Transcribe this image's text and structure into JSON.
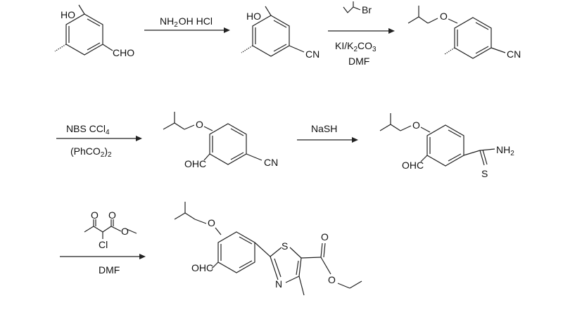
{
  "scheme": {
    "row1": {
      "sm": {
        "ho": "HO",
        "cho": "CHO"
      },
      "arrow1": {
        "reagent_main": "NH",
        "reagent_sub": "2",
        "reagent_rest": "OH HCl"
      },
      "p1": {
        "ho": "HO",
        "cn": "CN"
      },
      "arrow2": {
        "br": "Br",
        "cond_a": "KI/K",
        "cond_a_sub1": "2",
        "cond_a_mid": "CO",
        "cond_a_sub2": "3",
        "cond_b": "DMF"
      },
      "p2": {
        "o": "O",
        "cn": "CN"
      }
    },
    "row2": {
      "arrow3": {
        "top": "NBS CCl",
        "top_sub": "4",
        "bottom_a": "(PhCO",
        "bottom_sub1": "2",
        "bottom_b": ")",
        "bottom_sub2": "2"
      },
      "p3": {
        "o": "O",
        "cho": "OHC",
        "cn": "CN"
      },
      "arrow4": {
        "reagent": "NaSH"
      },
      "p4": {
        "o": "O",
        "cho": "OHC",
        "nh": "NH",
        "nh_sub": "2",
        "s": "S"
      }
    },
    "row3": {
      "arrow5": {
        "o1": "O",
        "o2": "O",
        "o3": "O",
        "cl": "Cl",
        "cond": "DMF"
      },
      "product": {
        "o": "O",
        "cho": "OHC",
        "s": "S",
        "n": "N",
        "co": "O",
        "o_ester": "O"
      }
    }
  },
  "colors": {
    "ink": "#222222",
    "background": "#ffffff"
  }
}
